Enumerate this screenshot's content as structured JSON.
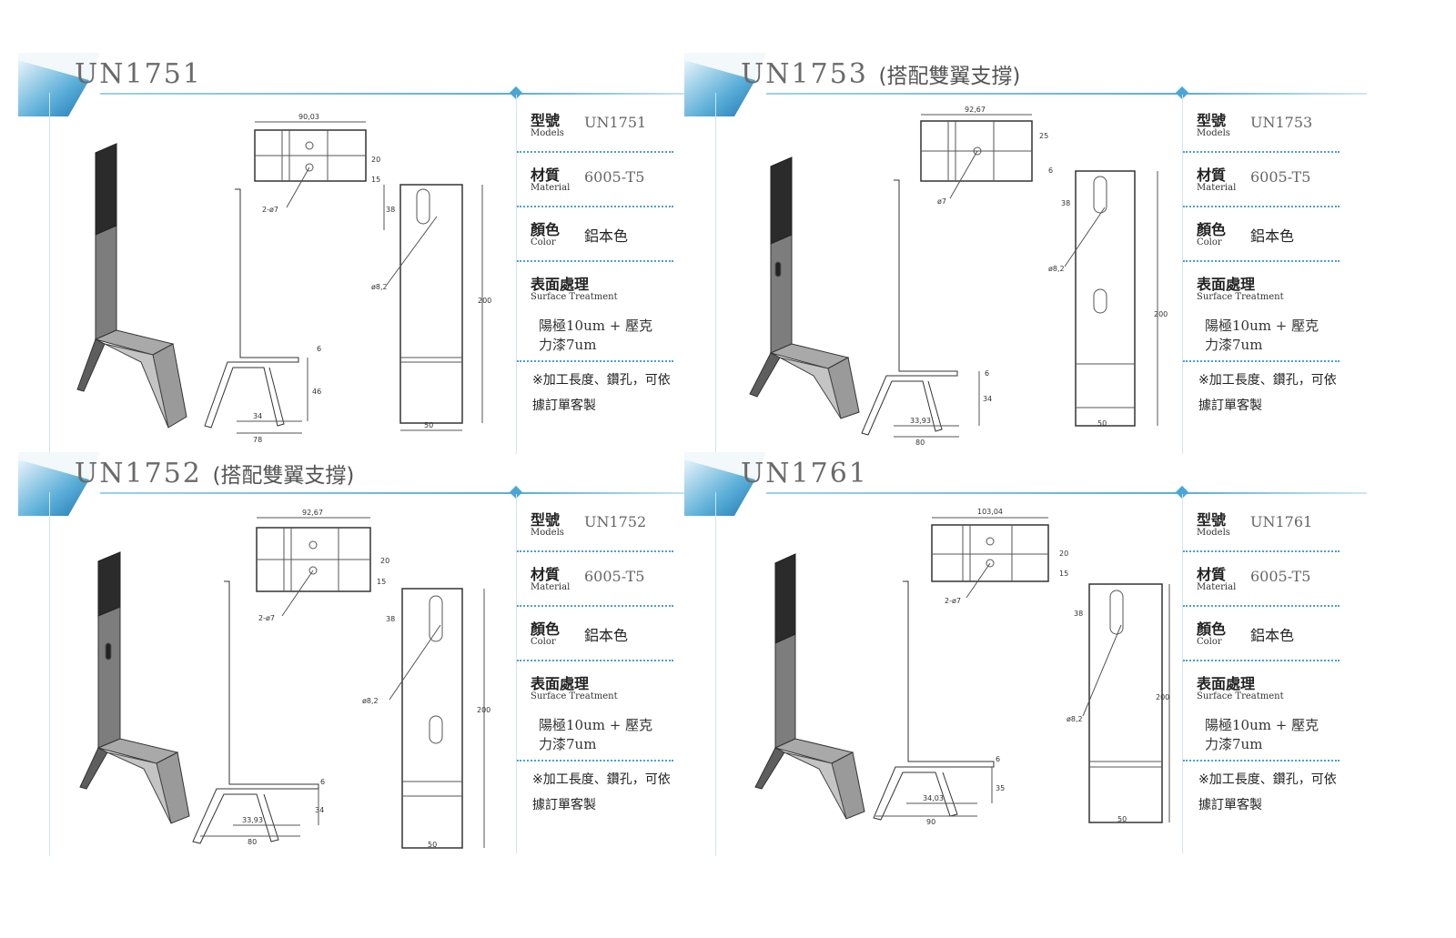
{
  "labels": {
    "model_zh": "型號",
    "model_en": "Models",
    "material_zh": "材質",
    "material_en": "Material",
    "color_zh": "顏色",
    "color_en": "Color",
    "surface_zh": "表面處理",
    "surface_en": "Surface Treatment"
  },
  "panels": [
    {
      "title": "UN1751",
      "subtitle": "",
      "model": "UN1751",
      "material": "6005-T5",
      "color": "鋁本色",
      "surface": "陽極10um + 壓克力漆7um",
      "note": "※加工長度、鑽孔，可依據訂單客製",
      "dims": {
        "top_width": "90,03",
        "hole_label": "2-ø7",
        "d1": "20",
        "d2": "15",
        "front_hole": "38",
        "slot_dia": "ø8,2",
        "height": "200",
        "base_t": "6",
        "base_h": "46",
        "base_w1": "34",
        "base_w2": "78",
        "bottom_w": "50"
      }
    },
    {
      "title": "UN1753",
      "subtitle": "(搭配雙翼支撐)",
      "model": "UN1753",
      "material": "6005-T5",
      "color": "鋁本色",
      "surface": "陽極10um + 壓克力漆7um",
      "note": "※加工長度、鑽孔，可依據訂單客製",
      "dims": {
        "top_width": "92,67",
        "hole_label": "ø7",
        "d1": "25",
        "d2": "6",
        "front_hole": "38",
        "slot_dia": "ø8,2",
        "height": "200",
        "base_t": "6",
        "base_h": "34",
        "base_w1": "33,93",
        "base_w2": "80",
        "bottom_w": "50"
      }
    },
    {
      "title": "UN1752",
      "subtitle": "(搭配雙翼支撐)",
      "model": "UN1752",
      "material": "6005-T5",
      "color": "鋁本色",
      "surface": "陽極10um + 壓克力漆7um",
      "note": "※加工長度、鑽孔，可依據訂單客製",
      "dims": {
        "top_width": "92,67",
        "hole_label": "2-ø7",
        "d1": "20",
        "d2": "15",
        "front_hole": "38",
        "slot_dia": "ø8,2",
        "height": "200",
        "base_t": "6",
        "base_h": "34",
        "base_w1": "33,93",
        "base_w2": "80",
        "bottom_w": "50"
      }
    },
    {
      "title": "UN1761",
      "subtitle": "",
      "model": "UN1761",
      "material": "6005-T5",
      "color": "鋁本色",
      "surface": "陽極10um + 壓克力漆7um",
      "note": "※加工長度、鑽孔，可依據訂單客製",
      "dims": {
        "top_width": "103,04",
        "hole_label": "2-ø7",
        "d1": "20",
        "d2": "15",
        "front_hole": "38",
        "slot_dia": "ø8,2",
        "height": "200",
        "base_t": "6",
        "base_h": "35",
        "base_w1": "34,03",
        "base_w2": "90",
        "bottom_w": "50"
      }
    }
  ]
}
